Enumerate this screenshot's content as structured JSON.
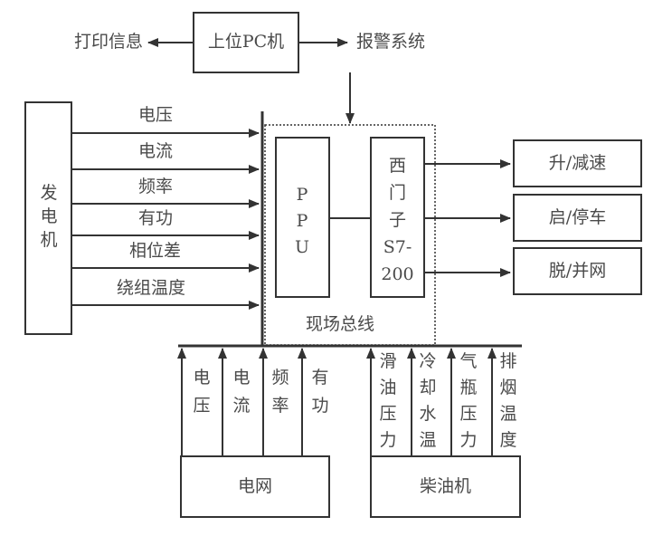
{
  "top": {
    "pc": "上位PC机",
    "print": "打印信息",
    "alarm": "报警系统"
  },
  "generator": {
    "label": "发\n电\n机",
    "signals": [
      "电压",
      "电流",
      "频率",
      "有功",
      "相位差",
      "绕组温度"
    ]
  },
  "controller": {
    "ppu": "P\nP\nU",
    "plc": "西\n门\n子\nS7-\n200",
    "bus": "现场总线"
  },
  "outputs": [
    "升/减速",
    "启/停车",
    "脱/并网"
  ],
  "grid": {
    "label": "电网",
    "signals": [
      "电\n压",
      "电\n流",
      "频\n率",
      "有\n功"
    ]
  },
  "diesel": {
    "label": "柴油机",
    "signals": [
      "滑\n油\n压\n力",
      "冷\n却\n水\n温",
      "气\n瓶\n压\n力",
      "排\n烟\n温\n度"
    ]
  }
}
